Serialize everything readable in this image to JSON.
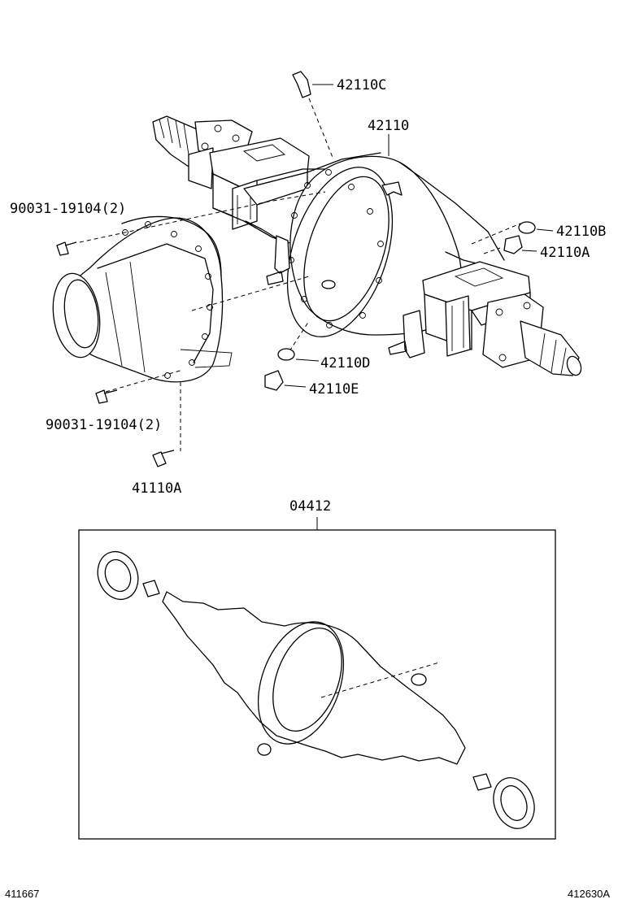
{
  "diagram": {
    "labels": {
      "p42110C": "42110C",
      "p42110": "42110",
      "p42110B": "42110B",
      "p42110A": "42110A",
      "p42110D": "42110D",
      "p42110E": "42110E",
      "bolt_top": "90031-19104(2)",
      "bolt_bottom": "90031-19104(2)",
      "p41110A": "41110A",
      "p04412": "04412"
    },
    "footer": {
      "left_code": "411667",
      "right_code": "412630A"
    }
  }
}
